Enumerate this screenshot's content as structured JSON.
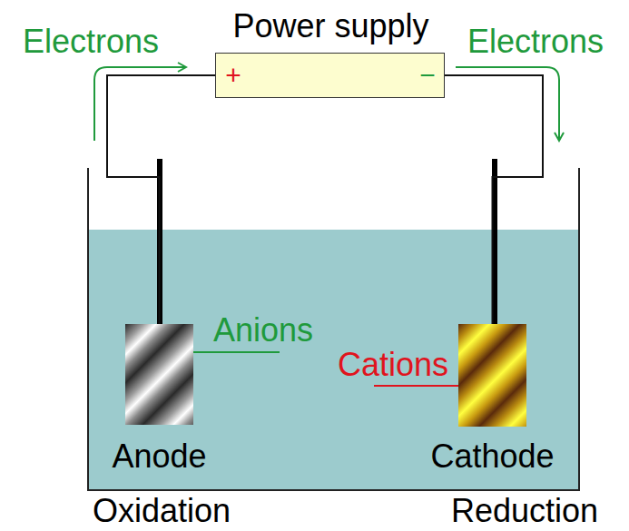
{
  "diagram": {
    "nodes": [
      {
        "text": [
          "Power supply",
          "+",
          "−"
        ]
      },
      {
        "text": [
          "Anode"
        ]
      },
      {
        "text": [
          "Cathode"
        ]
      }
    ],
    "edges": [
      {
        "from": 0,
        "to": 1,
        "arrow": "none"
      },
      {
        "from": 0,
        "to": 2,
        "arrow": "none"
      }
    ],
    "labels": [
      "Electrons",
      "Electrons",
      "Anions",
      "Cations",
      "Oxidation",
      "Reduction"
    ]
  }
}
